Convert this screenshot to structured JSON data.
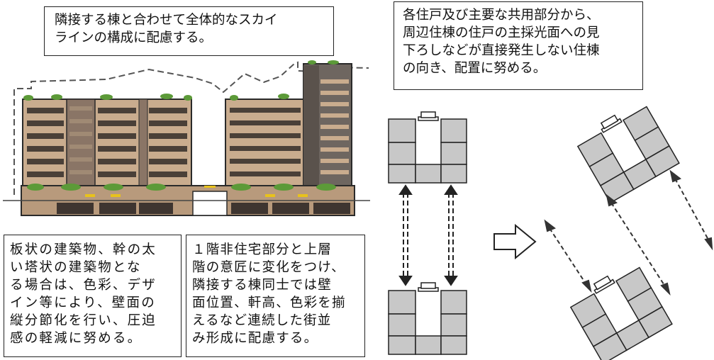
{
  "captions": {
    "skyline": "隣接する棟と合わせて全体的なスカイ\nラインの構成に配慮する。",
    "orientation": "各住戸及び主要な共用部分から、\n周辺住棟の住戸の主採光面への見\n下ろしなどが直接発生しない住棟\nの向き、配置に努める。",
    "facade": "板状の建築物、幹の太\nい塔状の建築物とな\nる場合は、色彩、デザ\nイン等により、壁面の\n縦分節化を行い、圧迫\n感の軽減に努める。",
    "street": "１階非住宅部分と上層\n階の意匠に変化をつけ、\n隣接する棟同士では壁\n面位置、軒高、色彩を揃\nえるなど連続した街並\nみ形成に配慮する。"
  },
  "colors": {
    "facade_tan": "#c9ac8e",
    "facade_brown": "#8a7566",
    "tower_dark": "#6e6660",
    "balcony": "#4a4038",
    "greenery": "#5c9a38",
    "ground_base": "#b89a7c",
    "yellow_accent": "#e8c21c",
    "floorplan_unit": "#c8c8c8",
    "outline": "#1a1a1a"
  },
  "icons": [
    "arrow-right-icon",
    "double-headed-arrow-icon",
    "entrance-canopy-icon"
  ]
}
